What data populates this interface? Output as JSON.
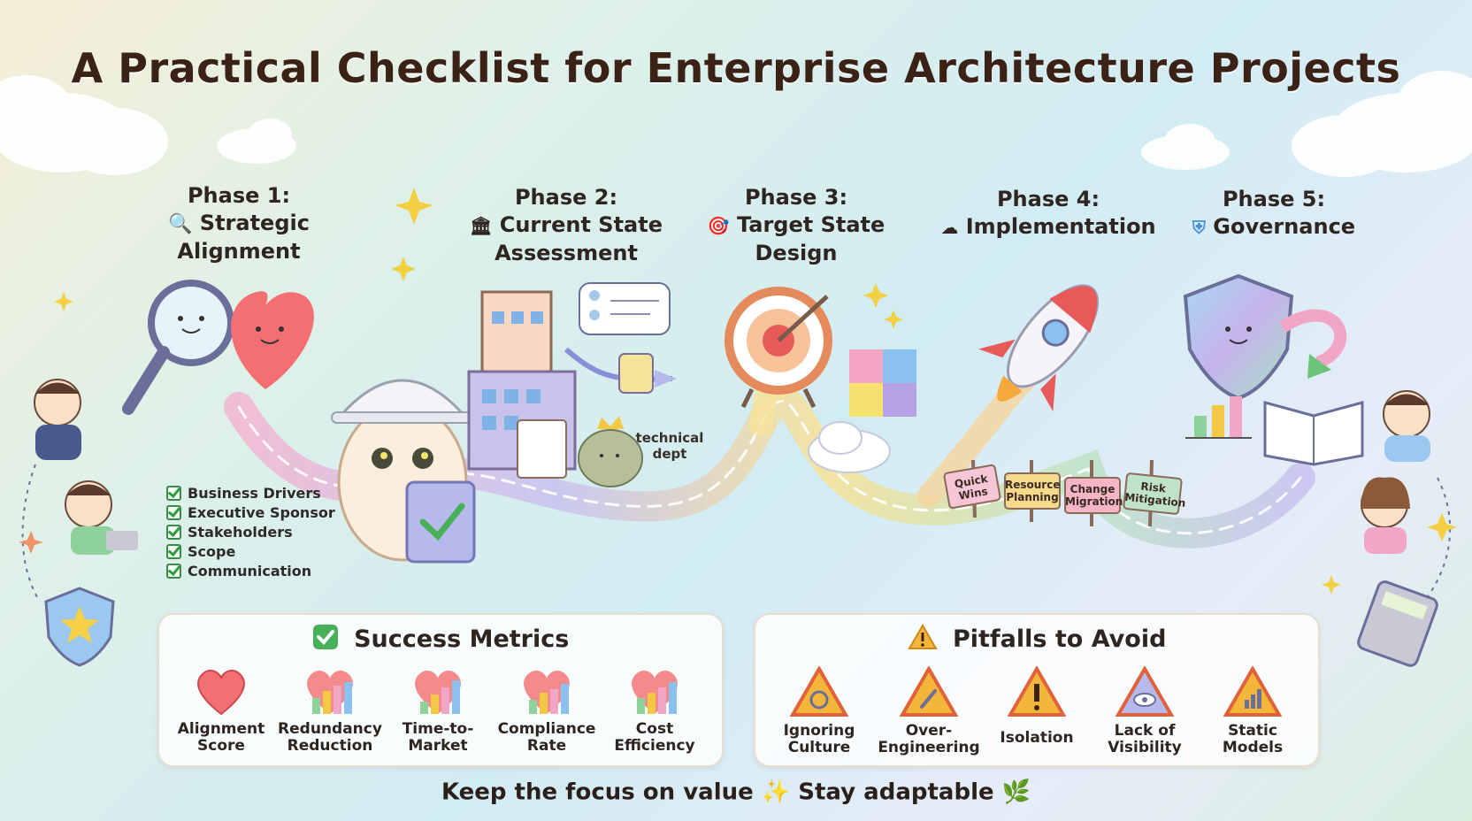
{
  "title": "A Practical Checklist for Enterprise Architecture Projects",
  "phases": [
    {
      "label": "Phase 1:",
      "name_line1": "Strategic",
      "name_line2": "Alignment",
      "icon": "magnifier-icon"
    },
    {
      "label": "Phase 2:",
      "name_line1": "Current State",
      "name_line2": "Assessment",
      "icon": "building-icon"
    },
    {
      "label": "Phase 3:",
      "name_line1": "Target State",
      "name_line2": "Design",
      "icon": "target-icon"
    },
    {
      "label": "Phase 4:",
      "name_line1": "Implementation",
      "name_line2": "",
      "icon": "cloud-icon"
    },
    {
      "label": "Phase 5:",
      "name_line1": "Governance",
      "name_line2": "",
      "icon": "shield-icon"
    }
  ],
  "checklist": [
    "Business Drivers",
    "Executive Sponsor",
    "Stakeholders",
    "Scope",
    "Communication"
  ],
  "technical_debt_label": "technical\ndept",
  "signposts": [
    "Quick\nWins",
    "Resource\nPlanning",
    "Change\nMigration",
    "Risk\nMitigation"
  ],
  "success_metrics": {
    "title": "Success Metrics",
    "items": [
      "Alignment\nScore",
      "Redundancy\nReduction",
      "Time-to-\nMarket",
      "Compliance\nRate",
      "Cost\nEfficiency"
    ]
  },
  "pitfalls": {
    "title": "Pitfalls to Avoid",
    "items": [
      "Ignoring\nCulture",
      "Over-\nEngineering",
      "Isolation",
      "Lack of\nVisibility",
      "Static\nModels"
    ]
  },
  "footer": {
    "part1": "Keep the focus on value",
    "part2": "Stay adaptable"
  },
  "colors": {
    "road": "#f0c8d8",
    "heart": "#f26b6b",
    "warning": "#f4b63a",
    "check": "#3aa34a"
  }
}
